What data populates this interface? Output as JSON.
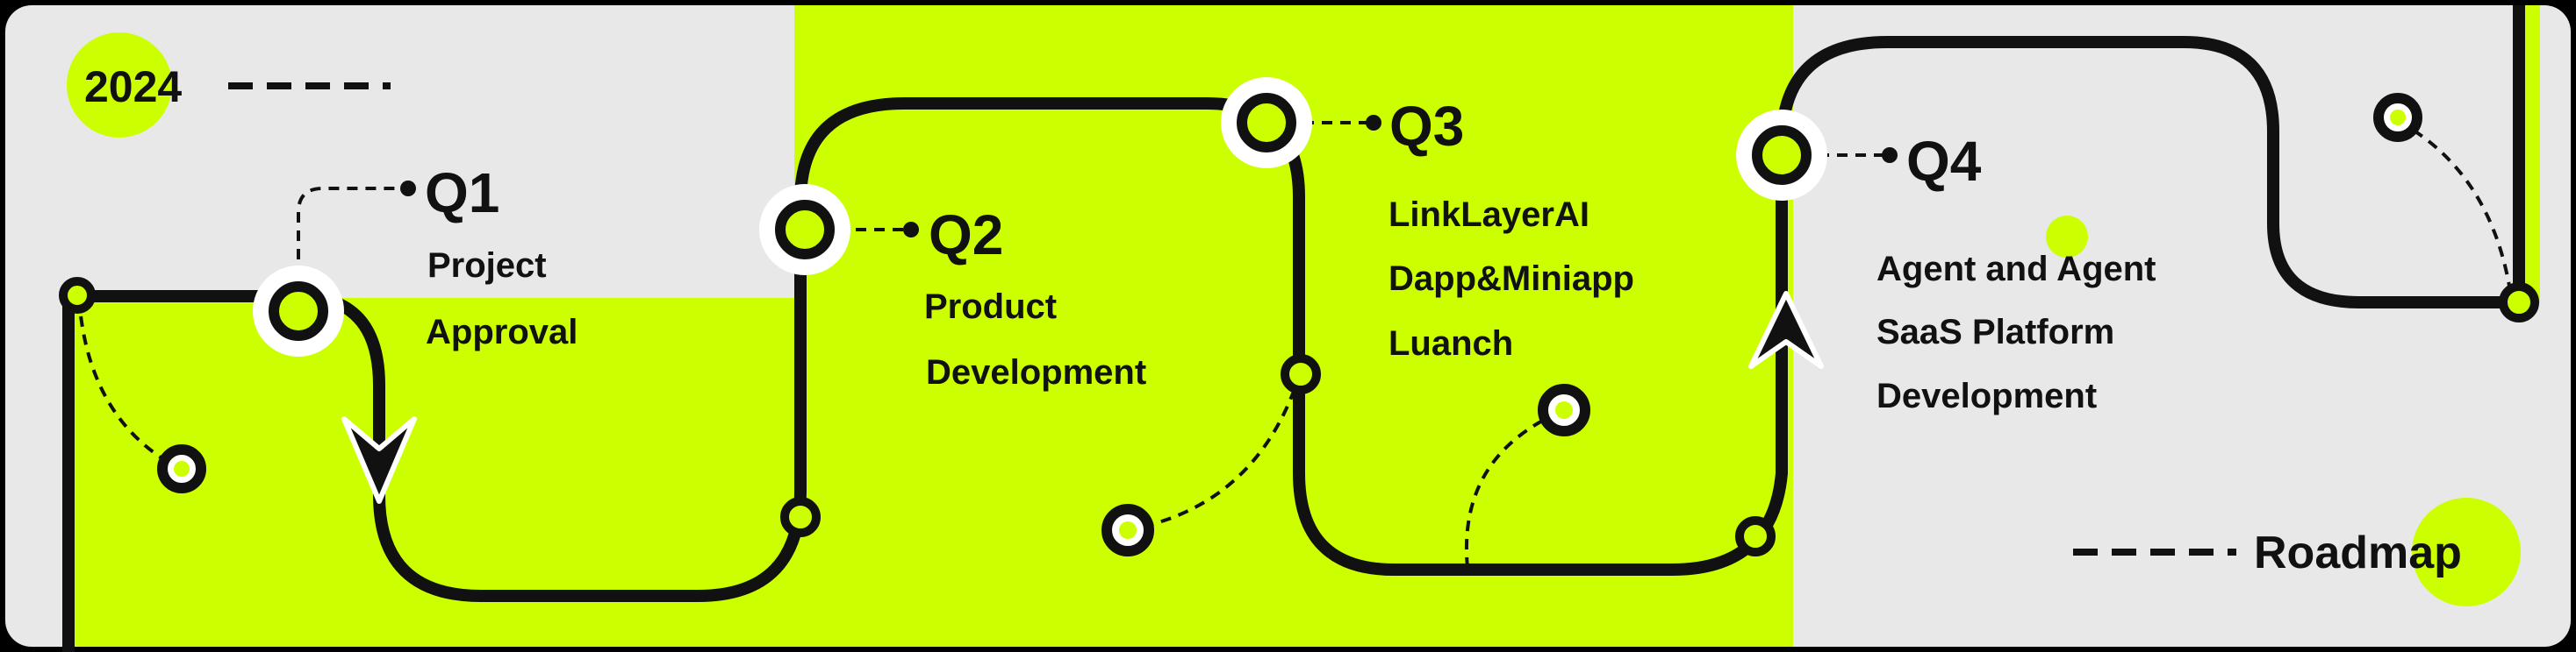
{
  "year": "2024",
  "footer_label": "Roadmap",
  "colors": {
    "lime": "#CCFF00",
    "gray": "#E8E8E8",
    "ink": "#111111",
    "frame": "#000000"
  },
  "milestones": [
    {
      "quarter": "Q1",
      "lines": [
        "Project",
        "Approval"
      ]
    },
    {
      "quarter": "Q2",
      "lines": [
        "Product",
        "Development"
      ]
    },
    {
      "quarter": "Q3",
      "lines": [
        "LinkLayerAI",
        "Dapp&Miniapp",
        "Luanch"
      ]
    },
    {
      "quarter": "Q4",
      "lines": [
        "Agent and Agent",
        "SaaS Platform",
        "Development"
      ]
    }
  ],
  "icons": [
    "arrow-down-icon",
    "arrow-up-icon"
  ]
}
